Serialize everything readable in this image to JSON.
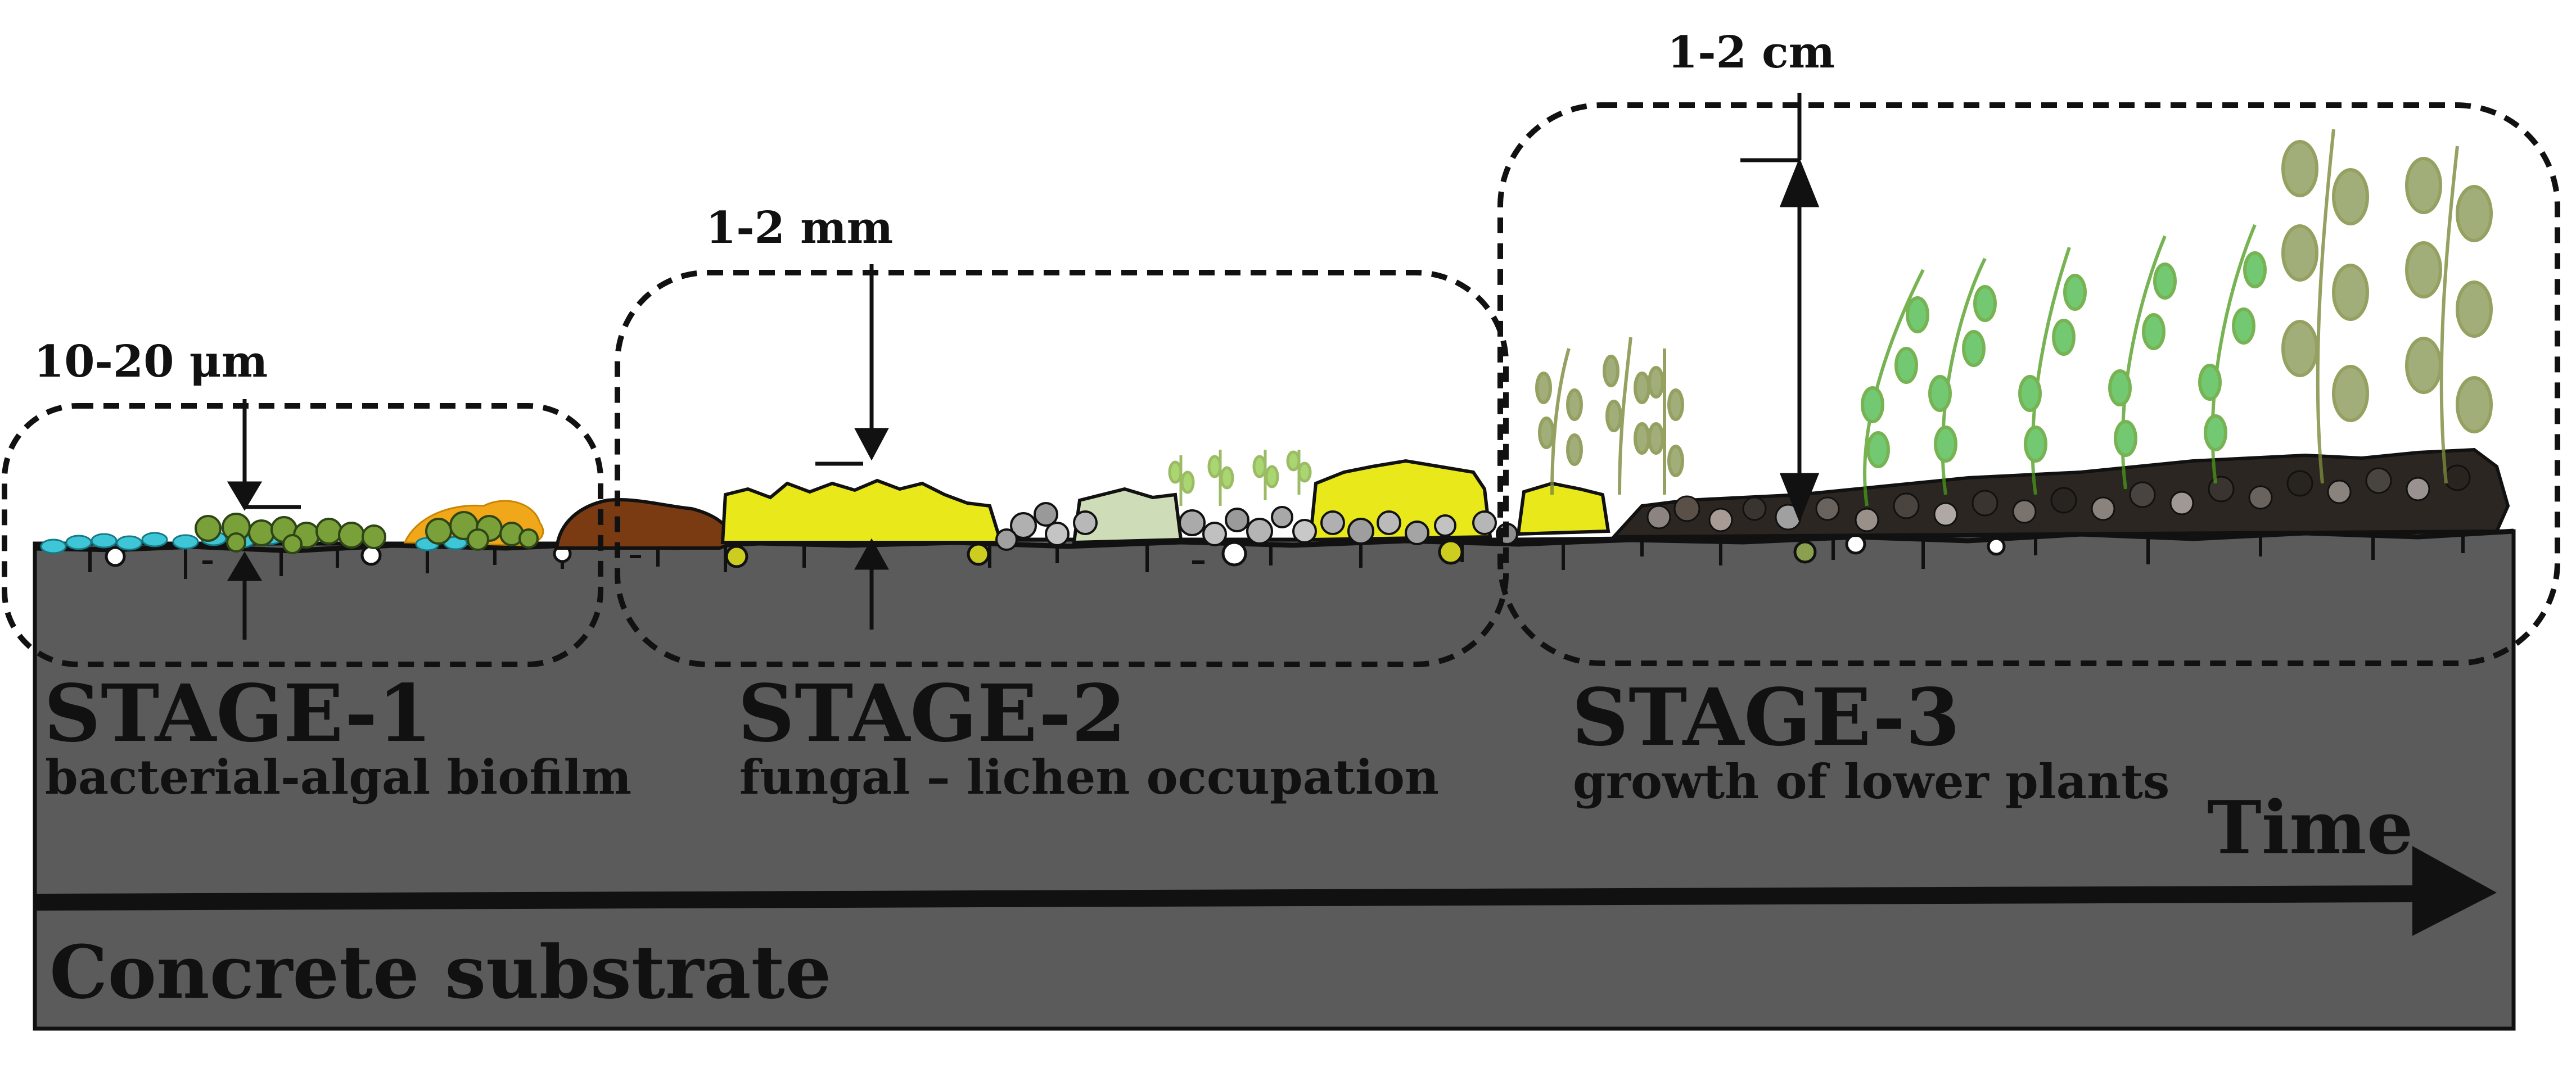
{
  "labels": {
    "scale_stage1": "10-20 μm",
    "scale_stage2": "1-2 mm",
    "scale_stage3": "1-2 cm",
    "time": "Time",
    "substrate": "Concrete substrate"
  },
  "stages": [
    {
      "title": "STAGE-1",
      "subtitle": "bacterial-algal biofilm"
    },
    {
      "title": "STAGE-2",
      "subtitle": "fungal – lichen occupation"
    },
    {
      "title": "STAGE-3",
      "subtitle": "growth of lower plants"
    }
  ],
  "colors": {
    "substrate": "#5b5b5b",
    "outline": "#111111",
    "cyanobacteria": "#3fc6d6",
    "algae": "#7aa03a",
    "orange_film": "#f0a81a",
    "brown_crust": "#7a3b12",
    "lichen_yellow": "#e8e81a",
    "lichen_pale": "#cfdcb8",
    "pebble_gray": "#a8a8a8",
    "humus_dark": "#2b2622",
    "moss_green": "#43b843",
    "fern_olive": "#8a9a58"
  }
}
